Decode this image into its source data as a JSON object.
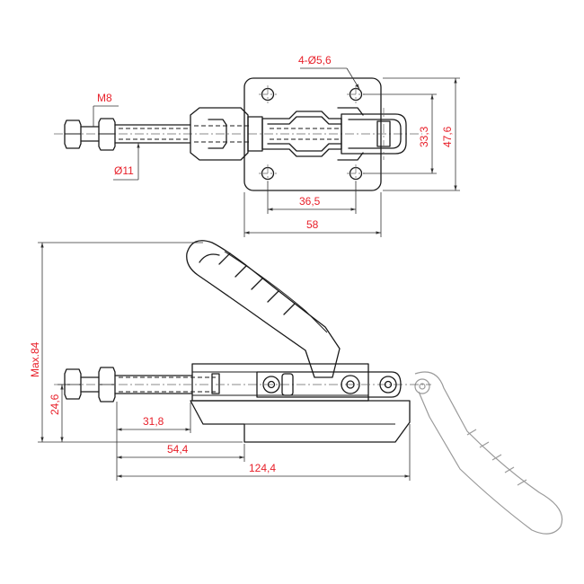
{
  "drawing": {
    "top_view": {
      "dims": {
        "thread": "M8",
        "rod_diameter": "Ø11",
        "holes": "4-Ø5,6",
        "hole_spacing_x": "36,5",
        "base_width": "58",
        "hole_spacing_y": "33,3",
        "base_height": "47,6"
      }
    },
    "side_view": {
      "dims": {
        "max_height": "Max.84",
        "axis_height": "24,6",
        "stroke": "31,8",
        "base_offset": "54,4",
        "overall_length": "124,4"
      }
    }
  }
}
